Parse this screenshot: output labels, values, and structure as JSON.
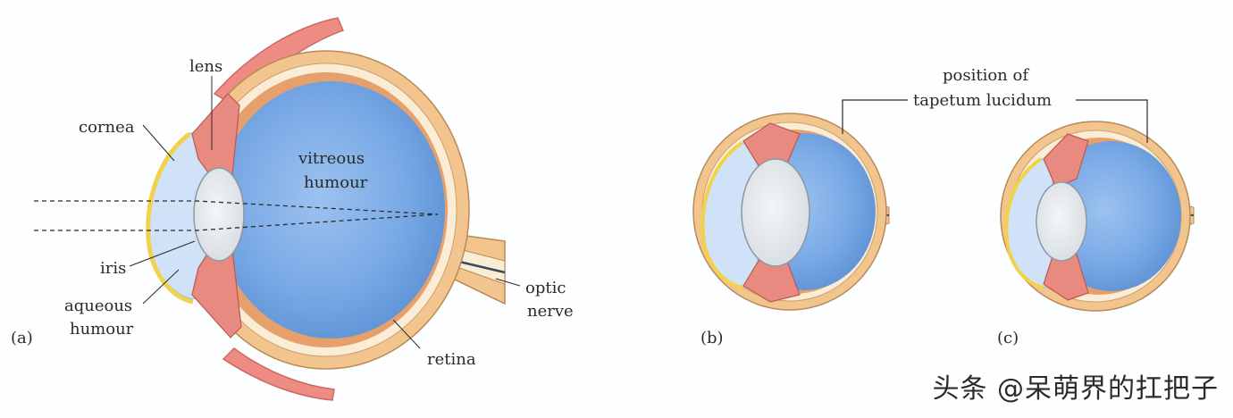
{
  "labels": {
    "lens": "lens",
    "cornea": "cornea",
    "vitreous_line1": "vitreous",
    "vitreous_line2": "humour",
    "iris": "iris",
    "aqueous_line1": "aqueous",
    "aqueous_line2": "humour",
    "retina": "retina",
    "optic_line1": "optic",
    "optic_line2": "nerve",
    "tapetum_line1": "position of",
    "tapetum_line2": "tapetum lucidum"
  },
  "panels": {
    "a": "(a)",
    "b": "(b)",
    "c": "(c)"
  },
  "watermark": "头条 @呆萌界的扛把子",
  "colors": {
    "sclera": "#f2c58f",
    "sclera_inner": "#fbecd6",
    "vitreous": "#6fa2e0",
    "aqueous": "#cfe2f7",
    "lens": "#e7ecef",
    "iris": "#e98a80",
    "cornea_edge": "#f2d24a",
    "eyelid": "#ee8c84"
  }
}
